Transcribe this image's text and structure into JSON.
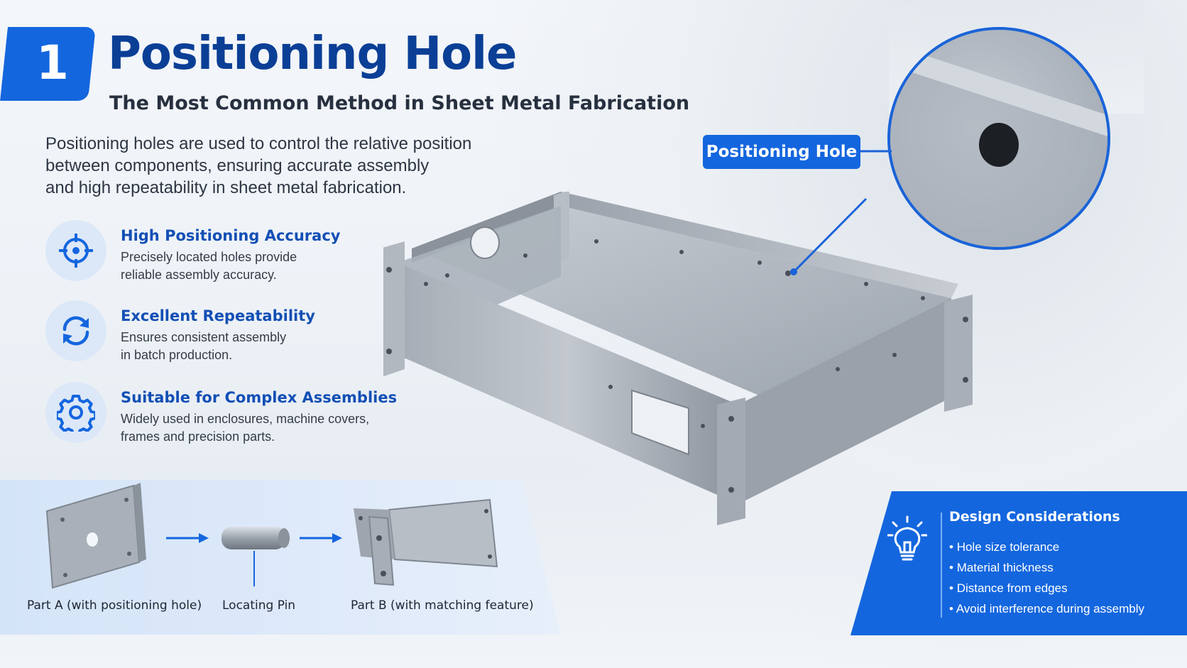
{
  "header": {
    "number": "1",
    "title": "Positioning Hole",
    "subtitle": "The Most Common Method in Sheet Metal Fabrication"
  },
  "intro": {
    "lines": [
      "Positioning holes are used to control the relative position",
      "between components, ensuring accurate assembly",
      "and high repeatability in sheet metal fabrication."
    ]
  },
  "features": [
    {
      "icon": "crosshair-icon",
      "title": "High Positioning Accuracy",
      "desc_lines": [
        "Precisely located holes provide",
        "reliable assembly accuracy."
      ]
    },
    {
      "icon": "refresh-icon",
      "title": "Excellent Repeatability",
      "desc_lines": [
        "Ensures consistent assembly",
        "in batch production."
      ]
    },
    {
      "icon": "gear-icon",
      "title": "Suitable for Complex Assemblies",
      "desc_lines": [
        "Widely used in enclosures, machine covers,",
        "frames and precision parts."
      ]
    }
  ],
  "callout": {
    "label": "Positioning Hole"
  },
  "assembly": {
    "parts": [
      {
        "label": "Part A (with positioning hole)"
      },
      {
        "label": "Locating Pin"
      },
      {
        "label": "Part B (with matching feature)"
      }
    ]
  },
  "design": {
    "icon": "lightbulb-icon",
    "title": "Design Considerations",
    "items": [
      "Hole size tolerance",
      "Material thickness",
      "Distance from edges",
      "Avoid interference during assembly"
    ]
  },
  "colors": {
    "accent": "#1466de",
    "title": "#0b3f96",
    "feature_title": "#124fb5"
  }
}
